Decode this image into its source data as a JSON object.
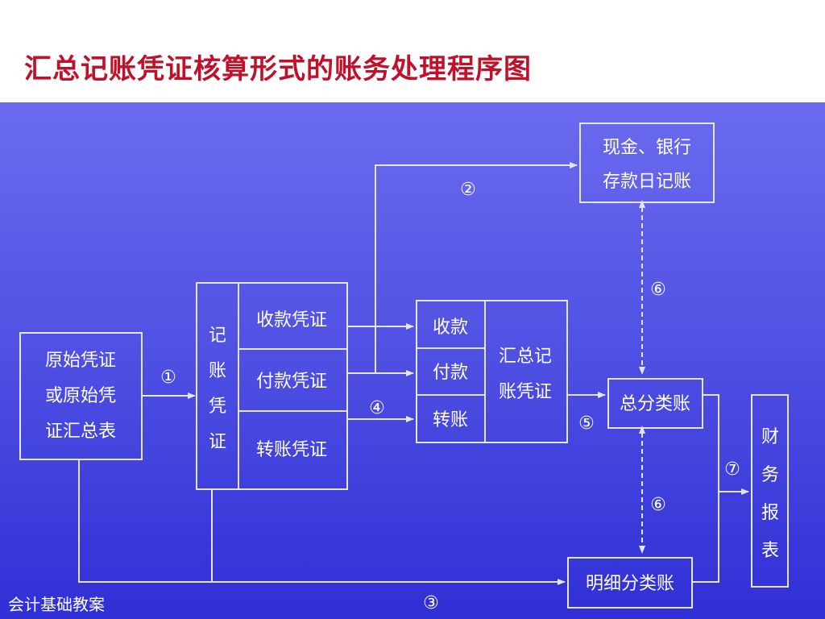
{
  "title": "汇总记账凭证核算形式的账务处理程序图",
  "footer": "会计基础教案",
  "boxes": {
    "original": [
      "原始凭证",
      "或原始凭",
      "证汇总表"
    ],
    "voucher_side": [
      "记",
      "账",
      "凭",
      "证"
    ],
    "receipt_voucher": "收款凭证",
    "payment_voucher": "付款凭证",
    "transfer_voucher": "转账凭证",
    "sum_receipt": "收款",
    "sum_payment": "付款",
    "sum_transfer": "转账",
    "summary_voucher": [
      "汇总记",
      "账凭证"
    ],
    "journal": [
      "现金、银行",
      "存款日记账"
    ],
    "general_ledger": "总分类账",
    "subsidiary_ledger": "明细分类账",
    "report": [
      "财",
      "务",
      "报",
      "表"
    ]
  },
  "step_labels": {
    "s1": "①",
    "s2": "②",
    "s3": "③",
    "s4": "④",
    "s5": "⑤",
    "s6a": "⑥",
    "s6b": "⑥",
    "s7": "⑦"
  },
  "colors": {
    "title": "#c0102a",
    "lines": "#e6e6f2",
    "text": "#ffffff"
  }
}
